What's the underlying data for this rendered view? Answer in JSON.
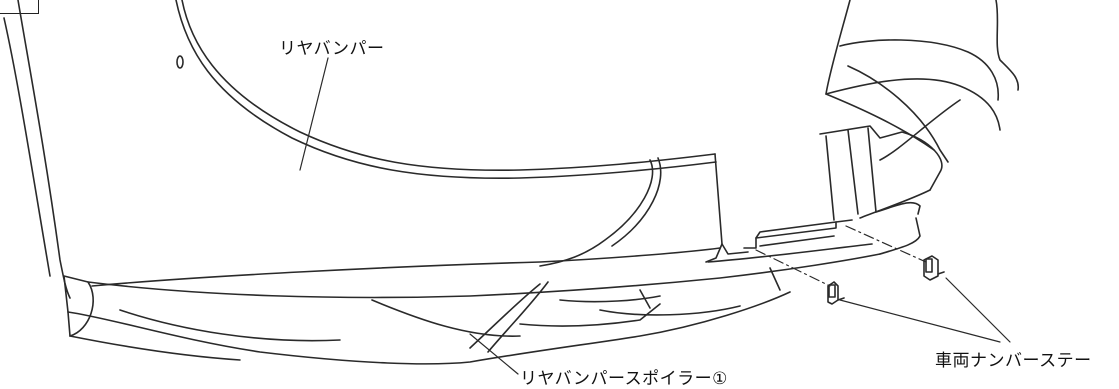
{
  "labels": {
    "rear_bumper": "リヤバンパー",
    "rear_bumper_spoiler": "リヤバンパースポイラー①",
    "license_plate_stay": "車両ナンバーステー"
  }
}
